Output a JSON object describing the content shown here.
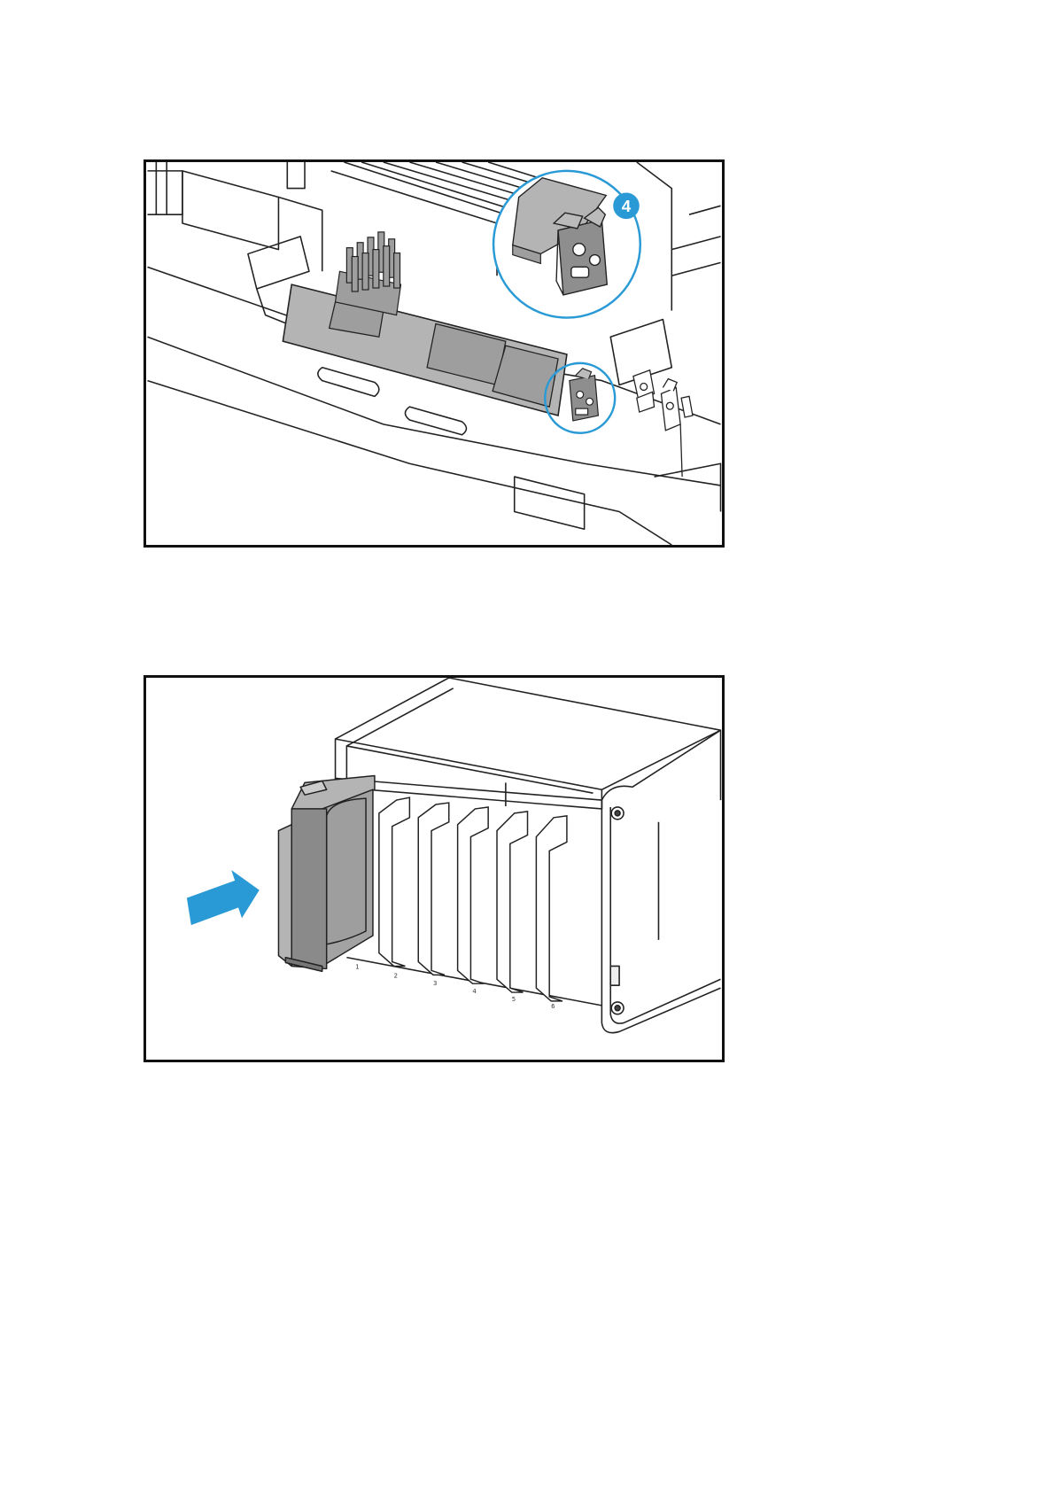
{
  "figures": [
    {
      "id": "m2-ssd-install",
      "callout": {
        "step_label": "4",
        "accent_color": "#2a9ad6"
      },
      "parts": [
        "heatsink-icon",
        "m2-ssd-icon",
        "ssd-latch-icon",
        "standoff-icon"
      ]
    },
    {
      "id": "drive-tray-insert",
      "arrow_color": "#2a9ad6",
      "bay_numbers": [
        "1",
        "2",
        "3",
        "4",
        "5",
        "6"
      ],
      "parts": [
        "drive-tray-icon",
        "nas-enclosure-icon",
        "insert-arrow-icon"
      ]
    }
  ]
}
